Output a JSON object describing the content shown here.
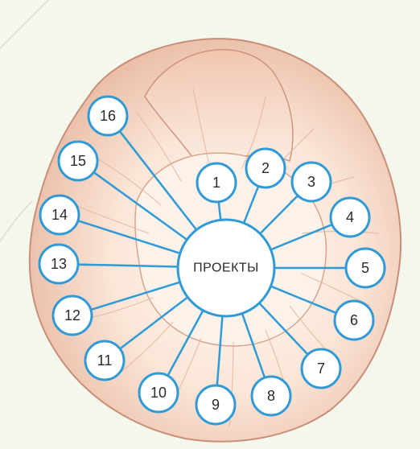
{
  "center": {
    "label": "ПРОЕКТЫ"
  },
  "nodes": [
    {
      "label": "1"
    },
    {
      "label": "2"
    },
    {
      "label": "3"
    },
    {
      "label": "4"
    },
    {
      "label": "5"
    },
    {
      "label": "6"
    },
    {
      "label": "7"
    },
    {
      "label": "8"
    },
    {
      "label": "9"
    },
    {
      "label": "10"
    },
    {
      "label": "11"
    },
    {
      "label": "12"
    },
    {
      "label": "13"
    },
    {
      "label": "14"
    },
    {
      "label": "15"
    },
    {
      "label": "16"
    }
  ],
  "colors": {
    "accent": "#2f9ad6",
    "shell_light": "#fbe9dc",
    "shell_dark": "#d9a48c",
    "background": "#f4f7ec"
  },
  "illustration": "ammonite-shell"
}
